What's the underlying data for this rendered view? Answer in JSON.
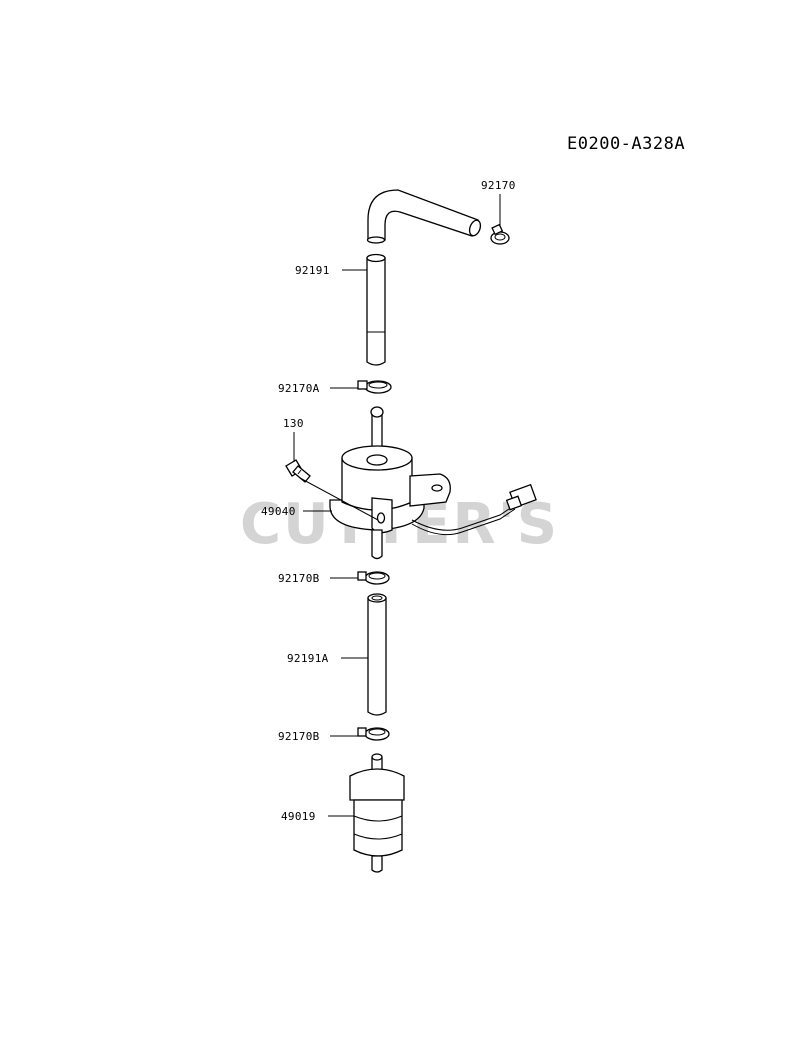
{
  "diagram": {
    "code": "E0200-A328A",
    "watermark": "CUTTER'S",
    "callouts": [
      {
        "id": "92170",
        "label": "92170"
      },
      {
        "id": "92191",
        "label": "92191"
      },
      {
        "id": "92170A",
        "label": "92170A"
      },
      {
        "id": "130",
        "label": "130"
      },
      {
        "id": "49040",
        "label": "49040"
      },
      {
        "id": "92170B-upper",
        "label": "92170B"
      },
      {
        "id": "92191A",
        "label": "92191A"
      },
      {
        "id": "92170B-lower",
        "label": "92170B"
      },
      {
        "id": "49019",
        "label": "49019"
      }
    ]
  },
  "colors": {
    "line": "#000000",
    "background": "#ffffff",
    "watermark": "#d4d4d4"
  }
}
